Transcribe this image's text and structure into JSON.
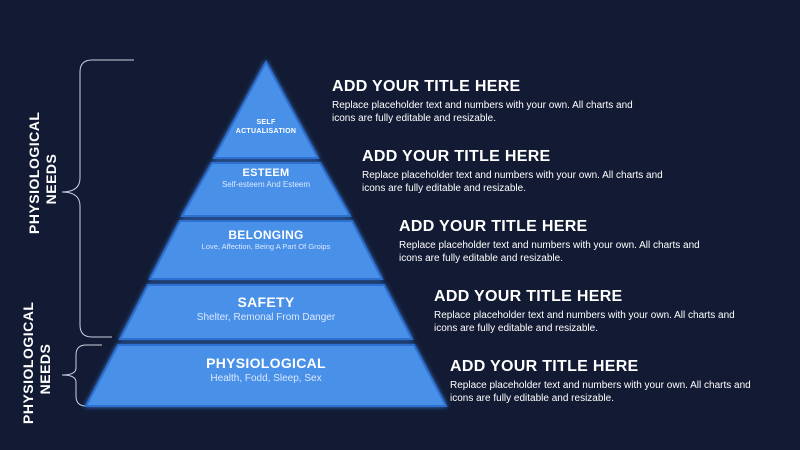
{
  "left_labels": {
    "top": [
      "PHYSIOLOGICAL",
      "NEEDS"
    ],
    "bottom": [
      "PHYSIOLOGICAL",
      "NEEDS"
    ]
  },
  "tiers": [
    {
      "title": "SELF\nACTUALISATION",
      "subtitle": ""
    },
    {
      "title": "ESTEEM",
      "subtitle": "Self-esteem And Esteem"
    },
    {
      "title": "BELONGING",
      "subtitle": "Love, Affection, Being A Part Of Groips"
    },
    {
      "title": "SAFETY",
      "subtitle": "Shelter, Remonal From Danger"
    },
    {
      "title": "PHYSIOLOGICAL",
      "subtitle": "Health, Fodd, Sleep, Sex"
    }
  ],
  "descriptions": [
    {
      "title": "ADD YOUR TITLE HERE",
      "body": "Replace placeholder text and numbers with your own. All charts and icons are fully editable and resizable."
    },
    {
      "title": "ADD YOUR TITLE HERE",
      "body": "Replace placeholder text and numbers with your own. All charts and icons are fully editable and resizable."
    },
    {
      "title": "ADD YOUR TITLE HERE",
      "body": "Replace placeholder text and numbers with your own. All charts and icons are fully editable and resizable."
    },
    {
      "title": "ADD YOUR TITLE HERE",
      "body": "Replace placeholder text and numbers with your own. All charts and icons are fully editable and resizable."
    },
    {
      "title": "ADD YOUR TITLE HERE",
      "body": "Replace placeholder text and numbers with your own. All charts and icons are fully editable and resizable."
    }
  ],
  "colors": {
    "background": "#121b33",
    "tier_fill": "#4a90e8",
    "tier_glow": "#2f6fd1",
    "bracket": "#c9d1e0",
    "text": "#ffffff"
  }
}
